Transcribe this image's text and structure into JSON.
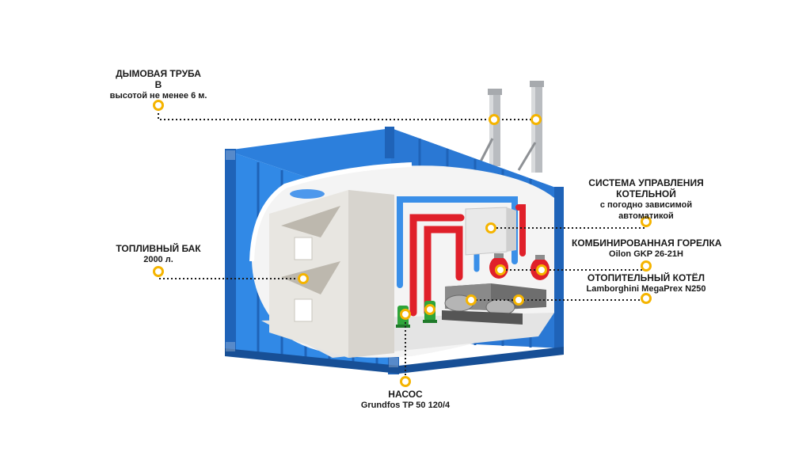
{
  "labels": {
    "chimney": {
      "line1": "ДЫМОВАЯ ТРУБА",
      "line2": "В",
      "line3": "высотой не менее 6 м."
    },
    "fuel_tank": {
      "title": "ТОПЛИВНЫЙ БАК",
      "sub": "2000 л."
    },
    "control": {
      "line1": "СИСТЕМА УПРАВЛЕНИЯ",
      "line2": "КОТЕЛЬНОЙ",
      "line3": "с погодно зависимой",
      "line4": "автоматикой"
    },
    "burner": {
      "title": "КОМБИНИРОВАННАЯ ГОРЕЛКА",
      "sub": "Oilon GKP 26-21H"
    },
    "boiler": {
      "title": "ОТОПИТЕЛЬНЫЙ КОТЁЛ",
      "sub": "Lamborghini MegaPrex N250"
    },
    "pump": {
      "title": "НАСОС",
      "sub": "Grundfos TP 50 120/4"
    }
  },
  "colors": {
    "container_blue": "#2f86e4",
    "container_dark": "#1f63b8",
    "pipe_red": "#e0202a",
    "pipe_blue": "#3a8fe8",
    "marker": "#f5b400",
    "leader": "#1a1a1a",
    "tank": "#e8e6e1",
    "pump_green": "#2fa43a"
  }
}
